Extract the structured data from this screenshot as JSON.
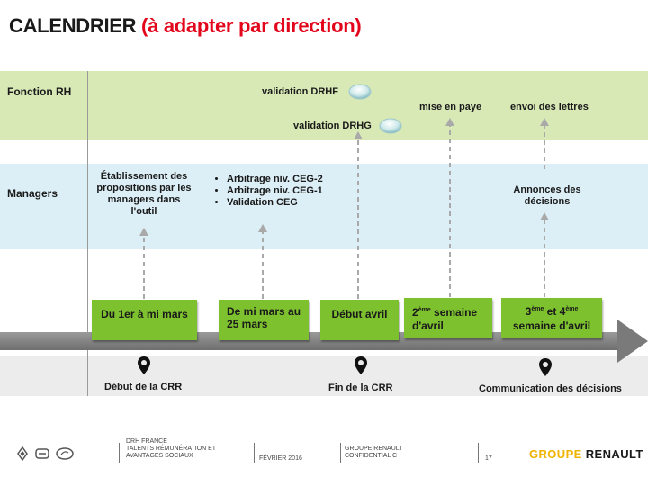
{
  "title": {
    "main": "CALENDRIER ",
    "highlight": "(à adapter par direction)"
  },
  "rows": {
    "rh": "Fonction RH",
    "managers": "Managers"
  },
  "rh_items": {
    "drhf": "validation DRHF",
    "drhg": "validation DRHG",
    "paye": "mise en paye",
    "lettres": "envoi des lettres"
  },
  "manager_items": {
    "etablissement": "Établissement des propositions par les managers dans l'outil",
    "arbitrage": [
      "Arbitrage niv. CEG-2",
      "Arbitrage niv. CEG-1",
      "Validation CEG"
    ],
    "annonces": "Annonces des décisions"
  },
  "boxes": {
    "b1": "Du 1er à mi mars",
    "b2": "De mi mars au 25 mars",
    "b3": "Début avril",
    "b4_num": "2",
    "b4_sup": "ème",
    "b4_rest": " semaine d'avril",
    "b5_num3": "3",
    "b5_sup3": "ème",
    "b5_mid": " et 4",
    "b5_sup4": "ème",
    "b5_rest": "semaine d'avril"
  },
  "milestones": {
    "m1": "Début de la CRR",
    "m2": "Fin de la CRR",
    "m3": "Communication des décisions"
  },
  "footer": {
    "org_line1": "DRH FRANCE",
    "org_line2": "TALENTS RÉMUNÉRATION ET",
    "org_line3": "AVANTAGES SOCIAUX",
    "date": "FÉVRIER 2016",
    "group_line1": "GROUPE RENAULT",
    "group_line2": "CONFIDENTIAL C",
    "page": "17",
    "brand_1": "GROUPE",
    "brand_2": " RENAULT"
  },
  "colors": {
    "accent_red": "#e3051b",
    "box_green": "#7dc12f",
    "band_green": "#d8e9b6",
    "band_blue": "#dceef6",
    "brand_yellow": "#f0b400"
  },
  "icons": [
    "location-pin-icon",
    "oval-button-icon",
    "renault-logo-icon",
    "dacia-logo-icon",
    "lada-logo-icon"
  ]
}
